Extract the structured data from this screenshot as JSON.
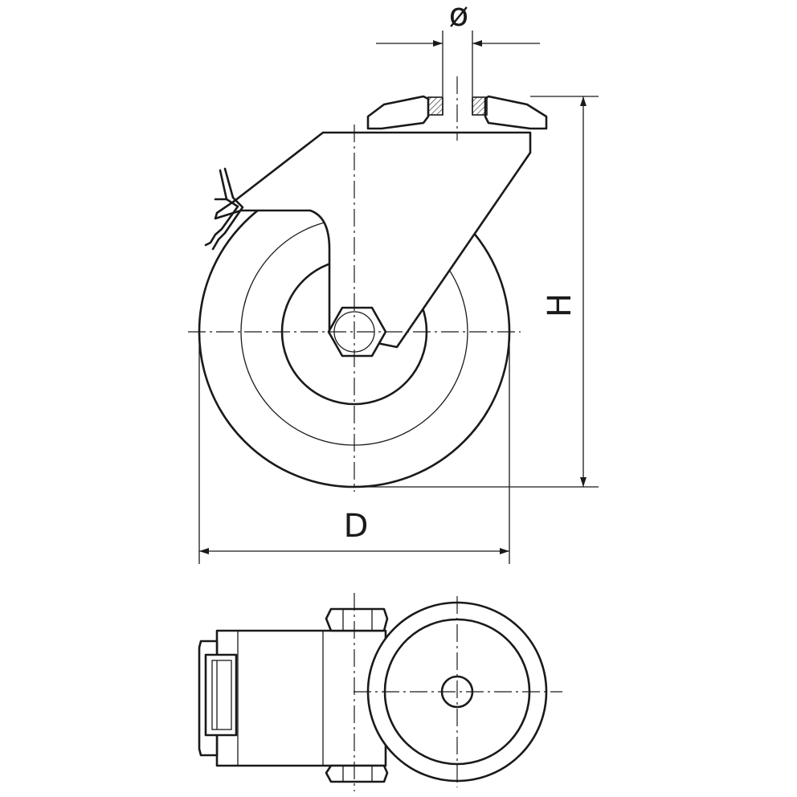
{
  "dimensions": {
    "diameter_symbol": "ø",
    "height_label": "H",
    "wheel_diameter_label": "D"
  }
}
